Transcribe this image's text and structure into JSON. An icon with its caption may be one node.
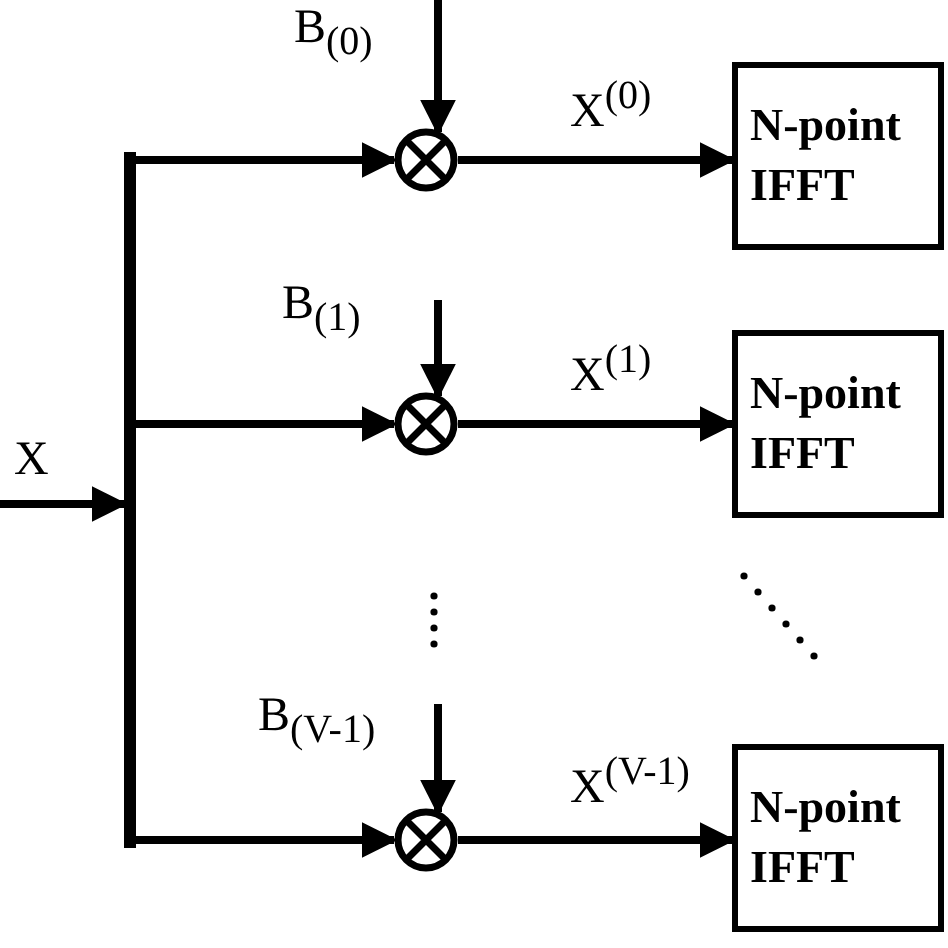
{
  "diagram": {
    "nodes": [
      {
        "text": [],
        "shape": "bar"
      },
      {
        "text": [],
        "shape": "circle"
      },
      {
        "text": [
          "N-point IFFT"
        ]
      },
      {
        "text": [],
        "shape": "circle"
      },
      {
        "text": [
          "N-point IFFT"
        ]
      },
      {
        "text": [],
        "shape": "circle"
      },
      {
        "text": [
          "N-point IFFT"
        ]
      }
    ],
    "edges": [
      {
        "from": null,
        "to": 0,
        "arrow": "to",
        "label": "X"
      },
      {
        "from": 0,
        "to": 1,
        "arrow": "to"
      },
      {
        "from": 0,
        "to": 3,
        "arrow": "to"
      },
      {
        "from": 0,
        "to": 5,
        "arrow": "to"
      },
      {
        "from": null,
        "to": 1,
        "arrow": "to",
        "label": "B$_{(0)}$"
      },
      {
        "from": 1,
        "to": 2,
        "arrow": "to",
        "label": "X$^{(0)}$"
      },
      {
        "from": null,
        "to": 3,
        "arrow": "to",
        "label": "B$_{(1)}$"
      },
      {
        "from": 3,
        "to": 4,
        "arrow": "to",
        "label": "X$^{(1)}$"
      },
      {
        "from": null,
        "to": 5,
        "arrow": "to",
        "label": "B$_{(V-1)}$"
      },
      {
        "from": 5,
        "to": 6,
        "arrow": "to",
        "label": "X$^{(V-1)}$"
      }
    ]
  }
}
